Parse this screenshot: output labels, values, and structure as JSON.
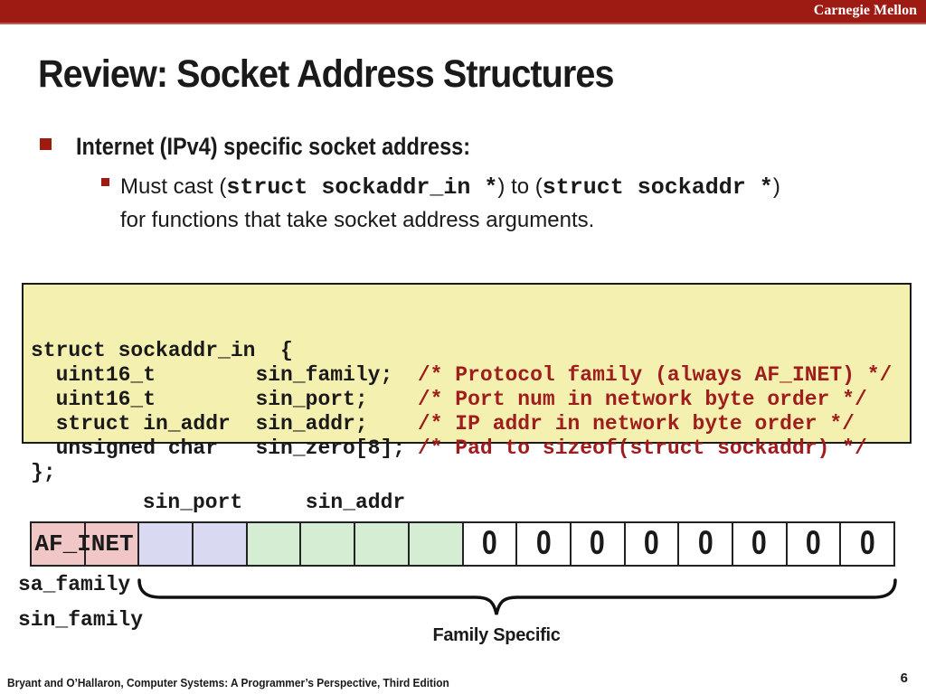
{
  "header": {
    "brand": "Carnegie Mellon"
  },
  "title": "Review: Socket Address Structures",
  "bullets": {
    "main": "Internet (IPv4) specific socket address:",
    "sub_segments": [
      {
        "text": "Must cast (",
        "mono": false
      },
      {
        "text": "struct sockaddr_in *",
        "mono": true
      },
      {
        "text": ") to (",
        "mono": false
      },
      {
        "text": "struct sockaddr *",
        "mono": true
      },
      {
        "text": ")",
        "mono": false
      }
    ],
    "sub_line2": "for functions that take socket address arguments."
  },
  "code_block": {
    "lines": [
      {
        "code": "struct sockaddr_in  {",
        "comment": ""
      },
      {
        "code": "  uint16_t        sin_family;  ",
        "comment": "/* Protocol family (always AF_INET) */"
      },
      {
        "code": "  uint16_t        sin_port;    ",
        "comment": "/* Port num in network byte order */"
      },
      {
        "code": "  struct in_addr  sin_addr;    ",
        "comment": "/* IP addr in network byte order */"
      },
      {
        "code": "  unsigned char   sin_zero[8]; ",
        "comment": "/* Pad to sizeof(struct sockaddr) */"
      },
      {
        "code": "};",
        "comment": ""
      }
    ]
  },
  "diagram": {
    "field_labels": {
      "port": "sin_port",
      "addr": "sin_addr"
    },
    "af_inet": "AF_INET",
    "left_labels": {
      "sa": "sa_family",
      "sin": "sin_family"
    },
    "brace_label": "Family Specific",
    "colors": {
      "family": "#F0C6C6",
      "port": "#D9D9F2",
      "addr": "#D5EDD3",
      "zero": "#FFFFFF"
    },
    "cells": [
      {
        "field": "family",
        "text": ""
      },
      {
        "field": "family",
        "text": ""
      },
      {
        "field": "port",
        "text": ""
      },
      {
        "field": "port",
        "text": ""
      },
      {
        "field": "addr",
        "text": ""
      },
      {
        "field": "addr",
        "text": ""
      },
      {
        "field": "addr",
        "text": ""
      },
      {
        "field": "addr",
        "text": ""
      },
      {
        "field": "zero",
        "text": "0"
      },
      {
        "field": "zero",
        "text": "0"
      },
      {
        "field": "zero",
        "text": "0"
      },
      {
        "field": "zero",
        "text": "0"
      },
      {
        "field": "zero",
        "text": "0"
      },
      {
        "field": "zero",
        "text": "0"
      },
      {
        "field": "zero",
        "text": "0"
      },
      {
        "field": "zero",
        "text": "0"
      }
    ]
  },
  "footer": {
    "citation": "Bryant and O’Hallaron, Computer Systems: A Programmer’s Perspective, Third Edition",
    "page": "6"
  },
  "colors": {
    "accent_red": "#9E1B13",
    "comment_red": "#A01D1D",
    "code_bg": "#F4F0B0",
    "border_dark": "#1A1A1A"
  }
}
